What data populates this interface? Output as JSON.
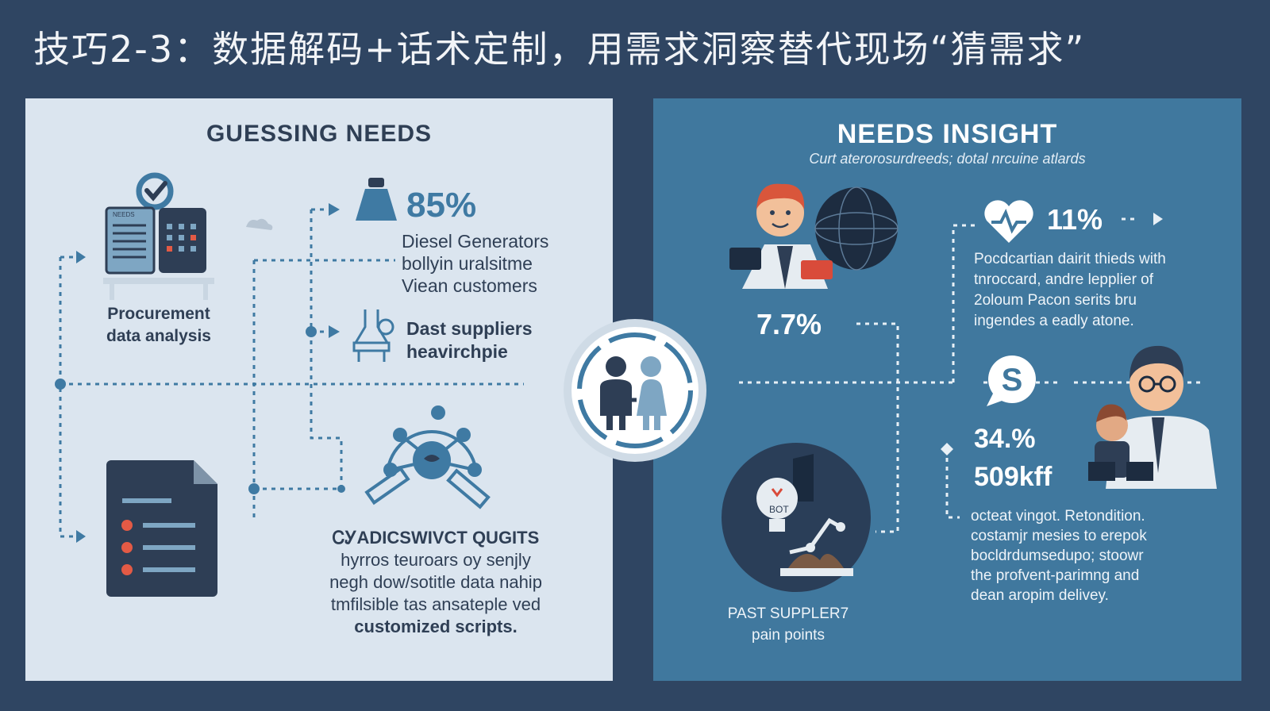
{
  "title": "技巧2-3：数据解码+话术定制，用需求洞察替代现场“猜需求”",
  "left_panel": {
    "heading": "GUESSING NEEDS",
    "procurement_label": [
      "Procurement",
      "data analysis"
    ],
    "binder_tag": "NEEDS",
    "stat_percent": "85%",
    "stat_lines": [
      "Diesel Generators",
      "bollyin uralsitme",
      "Viean customers"
    ],
    "suppliers_lines": [
      "Dast suppliers",
      "heavirchpie"
    ],
    "bottom_lines": [
      "ᏟᎩADICSWIVCT QUGITS",
      "hyrros teuroars oy senjly",
      "negh dow/sotitle data nahip",
      "tmfilsible tas ansateple ved",
      "customized scripts."
    ]
  },
  "right_panel": {
    "heading": "NEEDS INSIGHT",
    "subheading": "Curt aterorosurdreeds; dotal nrcuine atlards",
    "stat_a": "7.7%",
    "stat_b": "11%",
    "stat_b_lines": [
      "Pocdcartian dairit thieds with",
      "tnroccard, andre lepplier of",
      "2oloum Pacon serits bru",
      "ingendes a eadly atone."
    ],
    "stat_c": "34.%",
    "stat_d": "509kff",
    "stat_d_lines": [
      "octeat vingot. Retondition.",
      "costamjr mesies to erepok",
      "bocldrdumsedupo; stoowr",
      "the profvent-parimng and",
      "dean aropim delivey."
    ],
    "past_supplier_lines": [
      "PAST SUPPLER7",
      "pain points"
    ],
    "bot_label": "BOT"
  },
  "colors": {
    "background": "#2f4562",
    "left_panel": "#dbe5ef",
    "right_panel": "#40789e",
    "accent_blue": "#3f7aa3",
    "accent_red": "#e35a45",
    "dark_navy": "#2e3e55"
  }
}
